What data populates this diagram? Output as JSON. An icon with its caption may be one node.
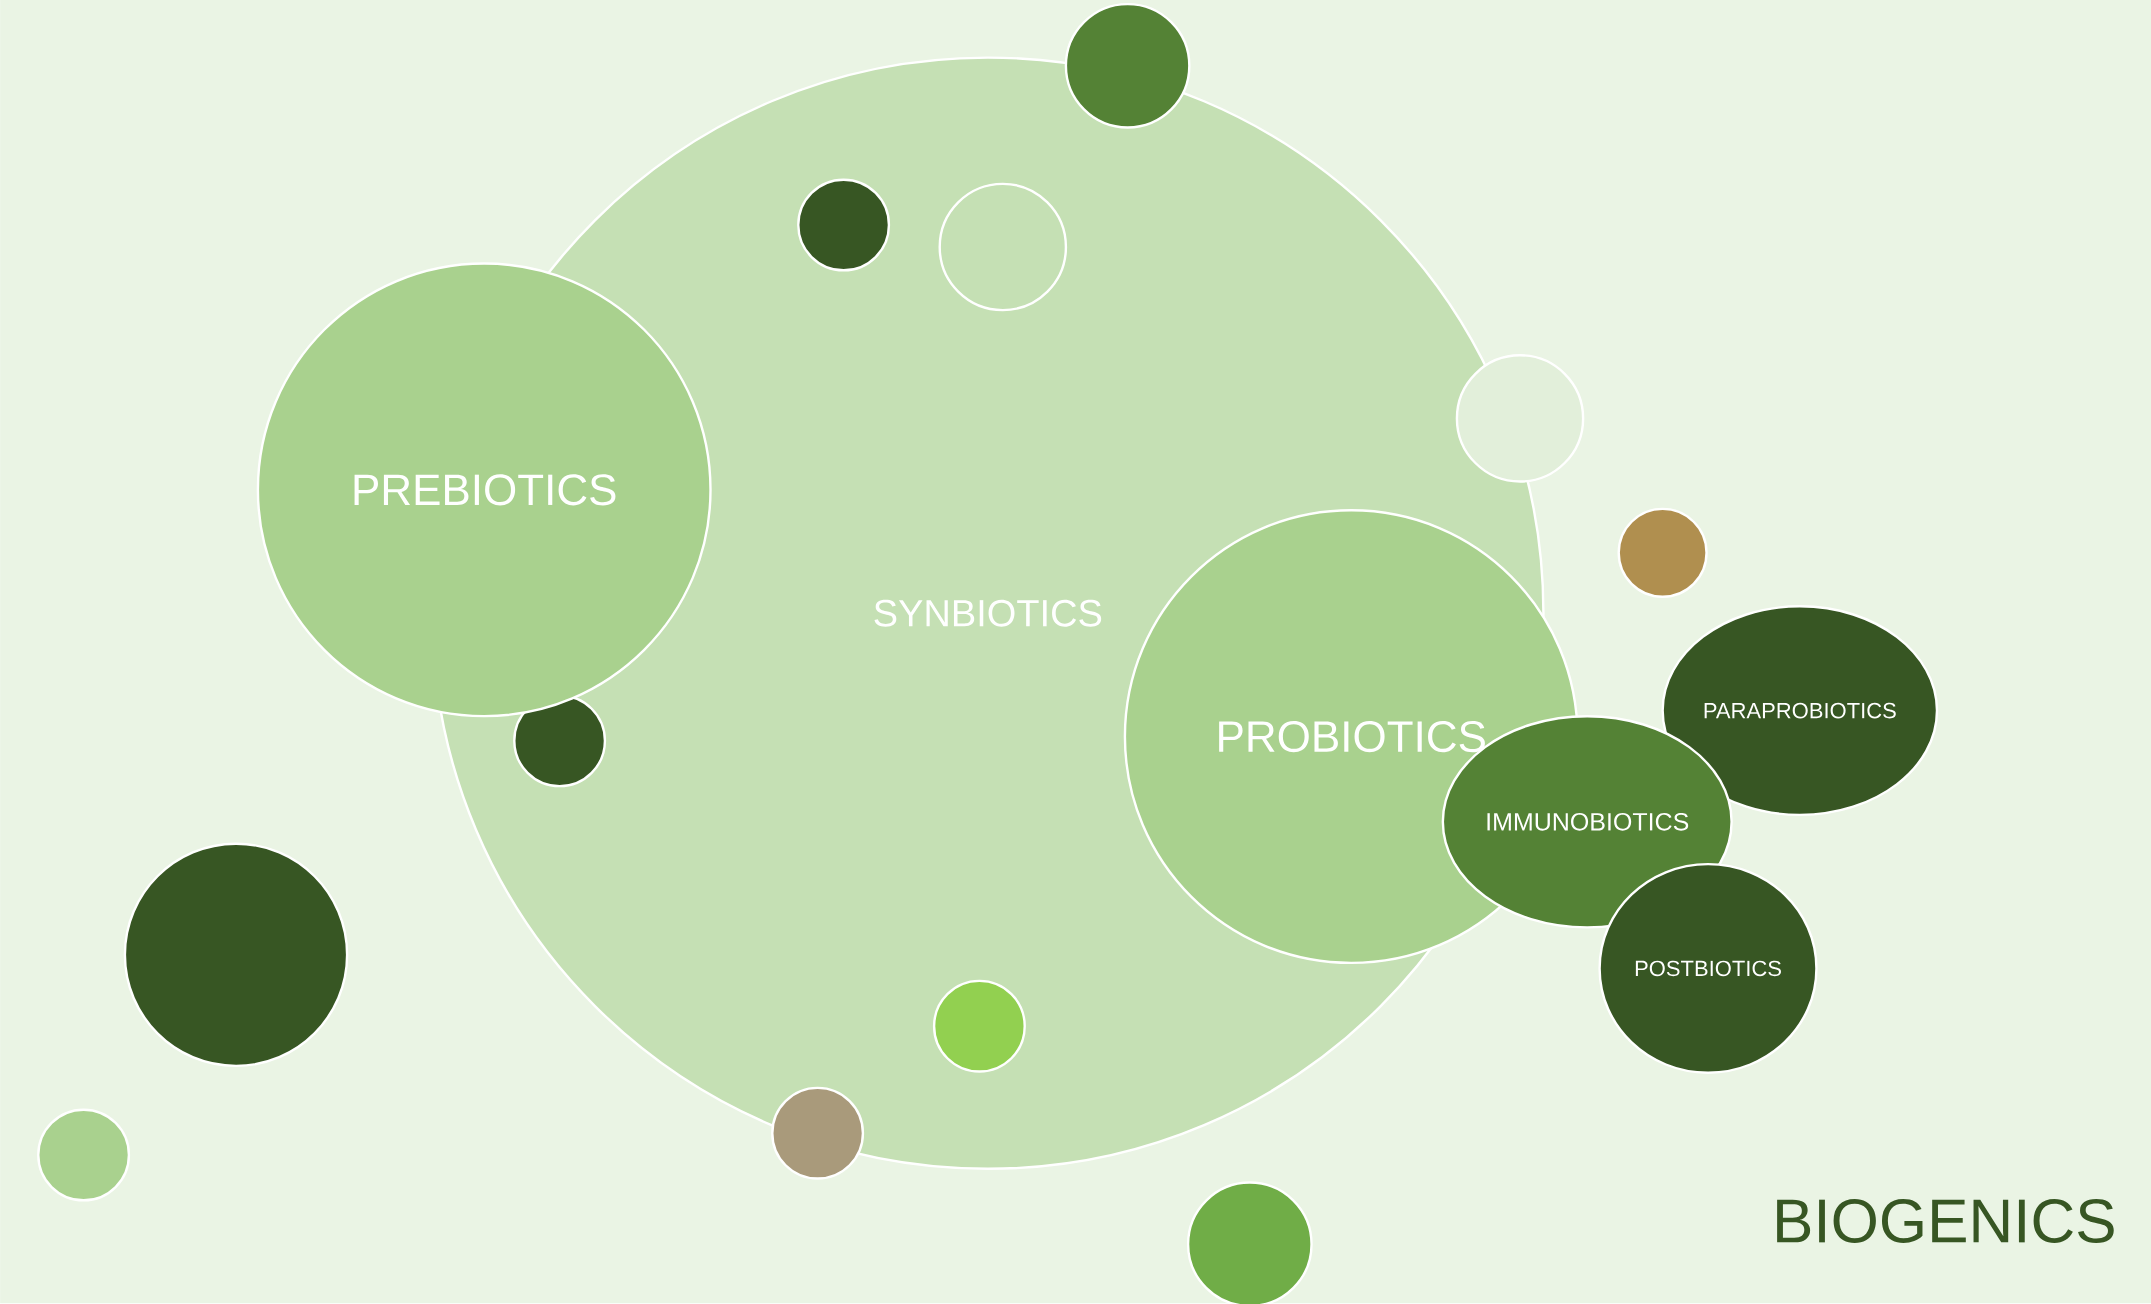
{
  "diagram": {
    "nodes": [
      {
        "text": [
          "BIOGENICS"
        ]
      },
      {
        "text": [],
        "shape": "circle",
        "in": 0
      },
      {
        "text": [
          "SYNBIOTICS"
        ],
        "in": 0
      },
      {
        "text": [],
        "shape": "circle",
        "in": 2
      },
      {
        "text": [],
        "shape": "circle",
        "in": 2
      },
      {
        "text": [],
        "shape": "circle",
        "in": 0
      },
      {
        "text": [
          "PREBIOTICS"
        ],
        "in": 0
      },
      {
        "text": [],
        "shape": "circle",
        "in": 0
      },
      {
        "text": [
          "PARAPROBIOTICS"
        ],
        "in": 0
      },
      {
        "text": [
          "PROBIOTICS"
        ],
        "in": 0
      },
      {
        "text": [],
        "shape": "circle",
        "in": 2
      },
      {
        "text": [
          "IMMUNOBIOTICS"
        ],
        "in": 0
      },
      {
        "text": [],
        "shape": "circle",
        "in": 0
      },
      {
        "text": [
          "POSTBIOTICS"
        ],
        "in": 0
      },
      {
        "text": [],
        "shape": "circle",
        "in": 2
      },
      {
        "text": [],
        "shape": "circle",
        "in": 0
      },
      {
        "text": [],
        "shape": "circle",
        "in": 0
      },
      {
        "text": [],
        "shape": "circle",
        "in": 0
      }
    ]
  }
}
